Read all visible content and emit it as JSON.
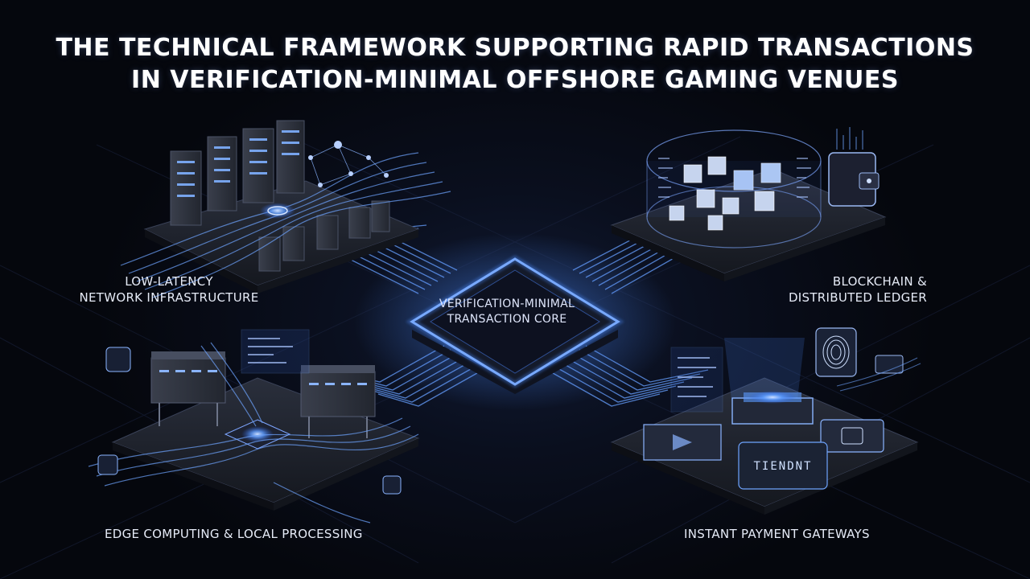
{
  "title": {
    "line1": "The Technical Framework Supporting Rapid Transactions",
    "line2": "in Verification-Minimal Offshore Gaming Venues"
  },
  "core": {
    "line1": "Verification-Minimal",
    "line2": "Transaction Core"
  },
  "modules": {
    "network": {
      "line1": "Low-Latency",
      "line2": "Network Infrastructure"
    },
    "blockchain": {
      "line1": "Blockchain &",
      "line2": "Distributed Ledger"
    },
    "edge": {
      "label": "Edge Computing & Local Processing"
    },
    "payment": {
      "label": "Instant Payment Gateways",
      "card_text": "TIENDNT"
    }
  },
  "colors": {
    "background": "#05070d",
    "glow": "#4d8dff",
    "platform": "#1a1d26",
    "text": "#e6ebf7"
  }
}
